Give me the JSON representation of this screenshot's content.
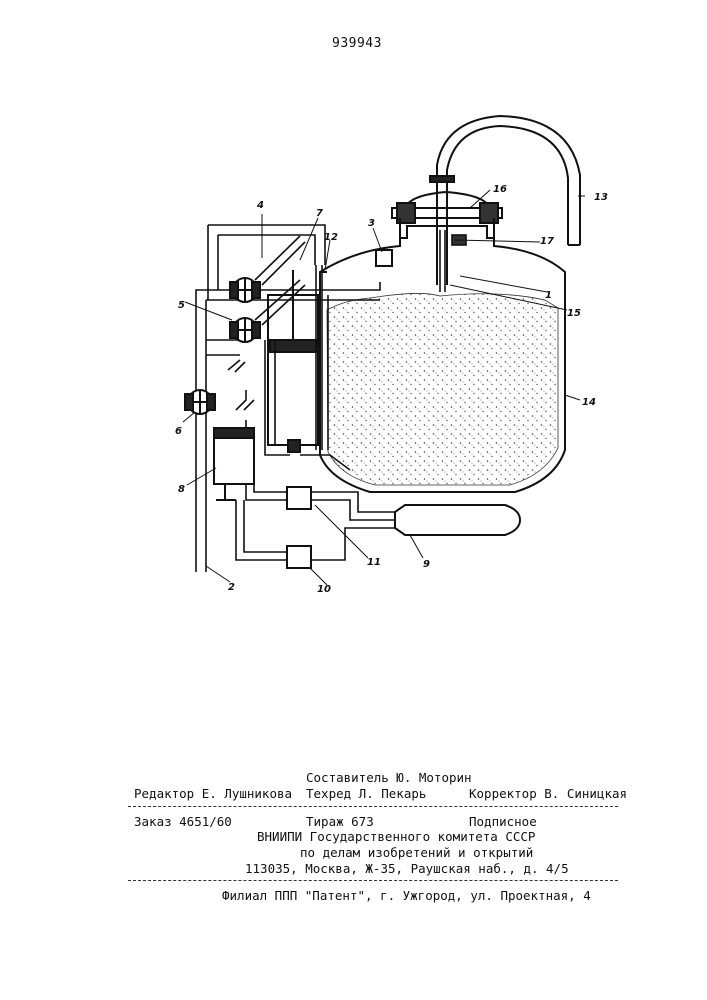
{
  "document": {
    "patent_number": "939943"
  },
  "figure": {
    "labels": {
      "l1": "1",
      "l2": "2",
      "l3": "3",
      "l4": "4",
      "l5": "5",
      "l6": "6",
      "l7": "7",
      "l8": "8",
      "l9": "9",
      "l10": "10",
      "l11": "11",
      "l12": "12",
      "l13": "13",
      "l14": "14",
      "l15": "15",
      "l16": "16",
      "l17": "17"
    }
  },
  "imprint": {
    "compiler": "Составитель Ю. Моторин",
    "editor": "Редактор Е. Лушникова",
    "techred": "Техред Л. Пекарь",
    "corrector": "Корректор В. Синицкая",
    "order": "Заказ 4651/60",
    "circulation": "Тираж 673",
    "subscription": "Подписное",
    "org_line1": "ВНИИПИ Государственного комитета СССР",
    "org_line2": "по делам изобретений и открытий",
    "address": "113035, Москва, Ж-35, Раушская наб., д. 4/5",
    "branch": "Филиал ППП \"Патент\", г. Ужгород, ул. Проектная, 4"
  }
}
